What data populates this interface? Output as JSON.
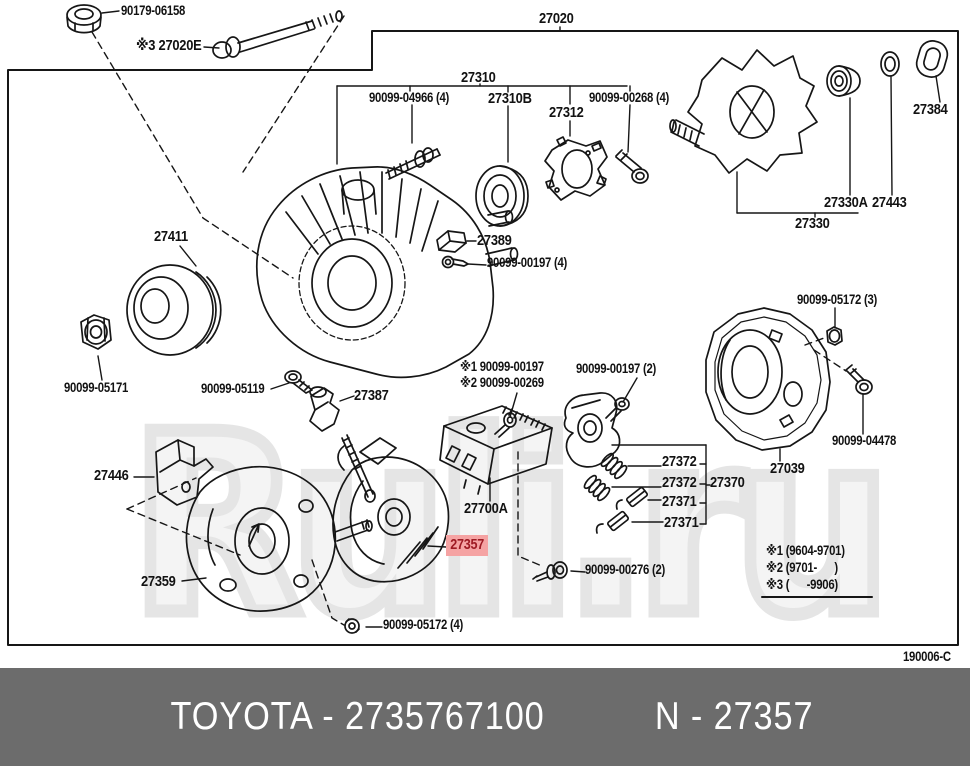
{
  "watermark": "Ruli.ru",
  "colors": {
    "line": "#161616",
    "highlight_bg": "#f5a3a3",
    "highlight_text": "#9e1b24",
    "footer_bg": "#6c6c6c",
    "footer_text": "#ffffff",
    "watermark_gray": "#e5e5e5"
  },
  "labels": {
    "nut_90179": "90179-06158",
    "bolt_27020e": "※3 27020E",
    "asm_27020": "27020",
    "asm_27310": "27310",
    "stud_04966": "90099-04966 (4)",
    "bearing_27310b": "27310B",
    "retainer_27312": "27312",
    "bolt_00268": "90099-00268 (4)",
    "seal_27384": "27384",
    "bearing_27330a": "27330A",
    "ring_27443": "27443",
    "rotor_27330": "27330",
    "pulley_27411": "27411",
    "clamp_27389": "27389",
    "screw_00197_4": "90099-00197 (4)",
    "nut_05172_3": "90099-05172 (3)",
    "screw_00197_s1": "※1 90099-00197",
    "screw_00269_s2": "※2 90099-00269",
    "screw_00197_2": "90099-00197 (2)",
    "nut_05171": "90099-05171",
    "bolt_05119": "90099-05119",
    "insulator_27387": "27387",
    "bolt_04478": "90099-04478",
    "spring_27372_a": "27372",
    "cover_27039": "27039",
    "bracket_27446": "27446",
    "spring_27372_b": "27372",
    "holder_27370": "27370",
    "brush_27371_a": "27371",
    "regulator_27700a": "27700A",
    "brush_27371_b": "27371",
    "frame_27357": "27357",
    "note_1": "※1 (9604-9701)",
    "screw_00276": "90099-00276 (2)",
    "note_2": "※2 (9701-      )",
    "plate_27359": "27359",
    "note_3": "※3 (      -9906)",
    "screw_05172_4": "90099-05172 (4)",
    "diagram_code": "190006-C"
  },
  "footer": {
    "left": "TOYOTA - 2735767100",
    "right": "N - 27357"
  }
}
